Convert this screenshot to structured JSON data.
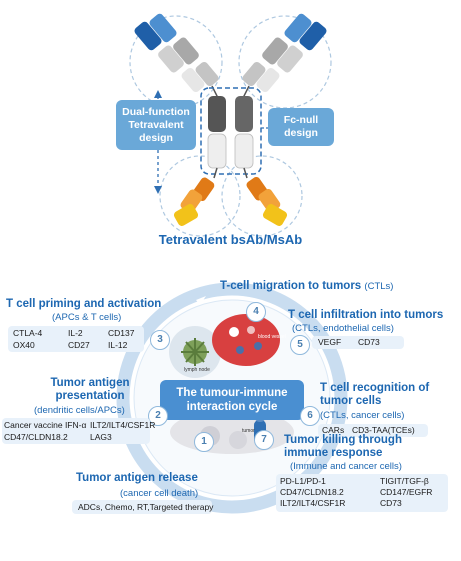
{
  "antibody": {
    "left_label": "Dual-function Tetravalent design",
    "right_label": "Fc-null design",
    "caption": "Tetravalent bsAb/MsAb"
  },
  "cycle": {
    "center_title": "The tumour-immune interaction cycle",
    "center_small_label_1": "lymph node",
    "center_small_label_2": "blood vessel",
    "center_small_label_3": "tumor"
  },
  "steps": [
    {
      "num": "1",
      "title": "Tumor antigen release",
      "sub": "(cancer cell death)",
      "items": [
        "ADCs, Chemo, RT,Targeted therapy"
      ]
    },
    {
      "num": "2",
      "title": "Tumor antigen presentation",
      "sub": "(dendritic cells/APCs)",
      "items": [
        "Cancer vaccine IFN-α",
        "ILT2/ILT4/CSF1R",
        "CD47/CLDN18.2",
        "LAG3"
      ]
    },
    {
      "num": "3",
      "title": "T cell priming and activation",
      "sub": "(APCs & T cells)",
      "items": [
        "CTLA-4",
        "IL-2",
        "CD137",
        "OX40",
        "CD27",
        "IL-12"
      ]
    },
    {
      "num": "4",
      "title": "T-cell migration to tumors",
      "sub": "(CTLs)",
      "items": []
    },
    {
      "num": "5",
      "title": "T cell infiltration into tumors",
      "sub": "(CTLs, endothelial cells)",
      "items": [
        "VEGF",
        "CD73"
      ]
    },
    {
      "num": "6",
      "title": "T cell recognition of tumor cells",
      "sub": "(CTLs, cancer cells)",
      "items": [
        "CARs",
        "CD3-TAA(TCEs)"
      ]
    },
    {
      "num": "7",
      "title": "Tumor killing through immune response",
      "sub": "(Immune and cancer cells)",
      "items": [
        "PD-L1/PD-1",
        "TIGIT/TGF-β",
        "CD47/CLDN18.2",
        "CD147/EGFR",
        "ILT2/ILT4/CSF1R",
        "CD73"
      ]
    }
  ],
  "colors": {
    "accent": "#1d67b1",
    "ring": "#bcd5ee",
    "label_box": "#6aa8d8",
    "chip": "#e8f1fa"
  }
}
